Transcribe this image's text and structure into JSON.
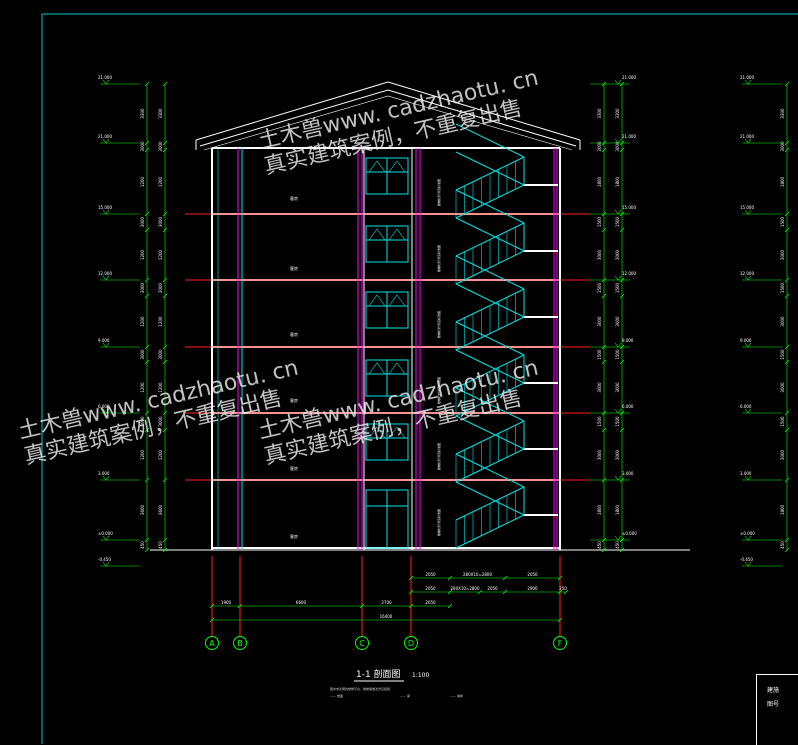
{
  "drawing": {
    "section_title": "1-1 剖面图",
    "scale": "1:100",
    "axes": [
      "A",
      "B",
      "C",
      "D",
      "F"
    ],
    "elevations_left": [
      "21.000",
      "21.000",
      "15.000",
      "12.000",
      "9.000",
      "6.000",
      "3.000",
      "±0.000",
      "-0.450"
    ],
    "elevations_right": [
      "21.000",
      "21.000",
      "15.000",
      "12.000",
      "9.000",
      "6.000",
      "3.000",
      "±0.000"
    ],
    "elevations_far": [
      "21.000",
      "21.000",
      "15.000",
      "12.000",
      "9.000",
      "6.000",
      "3.000",
      "±0.000",
      "-0.450"
    ],
    "dims_left": [
      "3300",
      "3000",
      "1200",
      "3000",
      "1200",
      "3000",
      "1200",
      "3000",
      "1200",
      "3000",
      "1200",
      "3600",
      "450"
    ],
    "dims_right": [
      "3300",
      "3000",
      "1800",
      "1500",
      "3000",
      "1500",
      "3000",
      "1500",
      "3000",
      "1500",
      "3000",
      "1800",
      "450"
    ],
    "bottom_dims_row1": [
      "2050",
      "280X10=2800",
      "2050"
    ],
    "bottom_dims_row2": [
      "2050",
      "280X10=2800",
      "2050",
      "2900",
      "250"
    ],
    "bottom_dims_row3": [
      "1900",
      "6600",
      "2700",
      "2050"
    ],
    "total_dim": "16400",
    "room_labels": [
      "客房",
      "客房",
      "客房",
      "客房",
      "客房",
      "客房"
    ],
    "stair_labels": [
      "楼梯栏杆详见标准图",
      "楼梯栏杆详见标准图",
      "楼梯栏杆详见标准图",
      "楼梯栏杆详见标准图",
      "楼梯栏杆详见标准图",
      "楼梯栏杆详见标准图"
    ],
    "notes": [
      "图中未注明的楼梯平台、楼梯梁做法详见结施",
      "—— 楼面",
      "—— 梁",
      "—— 墙体"
    ],
    "title_block_text": [
      "建施",
      "图号"
    ]
  },
  "watermarks": [
    {
      "line1": "土木兽www. cadzhaotu. cn",
      "line2": "真实建筑案例，不重复出售"
    },
    {
      "line1": "土木兽www. cadzhaotu. cn",
      "line2": "真实建筑案例，不重复出售"
    },
    {
      "line1": "土木兽www. cadzhaotu. cn",
      "line2": "真实建筑案例，不重复出售"
    }
  ],
  "colors": {
    "frame": "#00c8c8",
    "wall": "#ffffff",
    "floor_line": "#ff2020",
    "column": "#ff00ff",
    "stair": "#00e5e5",
    "dim": "#00ff00",
    "text": "#ffffff"
  }
}
